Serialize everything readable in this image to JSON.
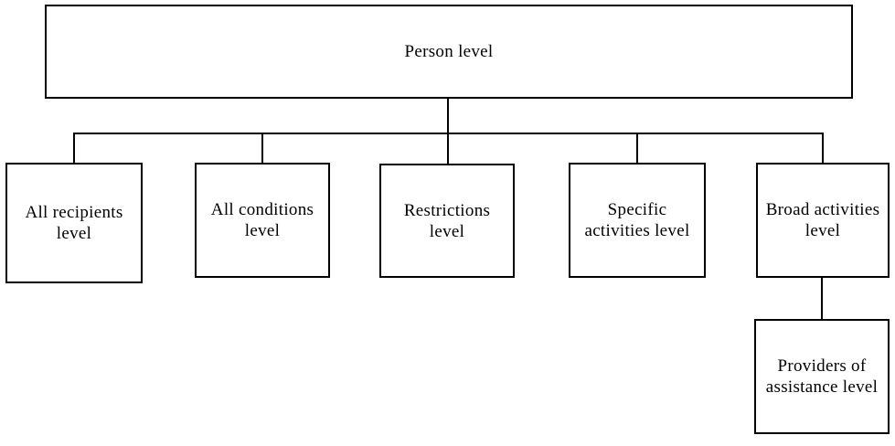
{
  "colors": {
    "background": "#ffffff",
    "box_border": "#000000",
    "box_fill": "#ffffff",
    "text": "#000000",
    "connector": "#000000"
  },
  "diagram": {
    "type": "hierarchy-flowchart",
    "root": {
      "id": "person-level",
      "label": "Person level"
    },
    "children": [
      {
        "id": "all-recipients-level",
        "label": "All recipients\nlevel"
      },
      {
        "id": "all-conditions-level",
        "label": "All conditions\nlevel"
      },
      {
        "id": "restrictions-level",
        "label": "Restrictions level"
      },
      {
        "id": "specific-activities-level",
        "label": "Specific\nactivities level"
      },
      {
        "id": "broad-activities-level",
        "label": "Broad activities\nlevel"
      }
    ],
    "grandchildren": [
      {
        "id": "providers-of-assistance-level",
        "label": "Providers of\nassistance level",
        "parent": "broad-activities-level"
      }
    ]
  }
}
